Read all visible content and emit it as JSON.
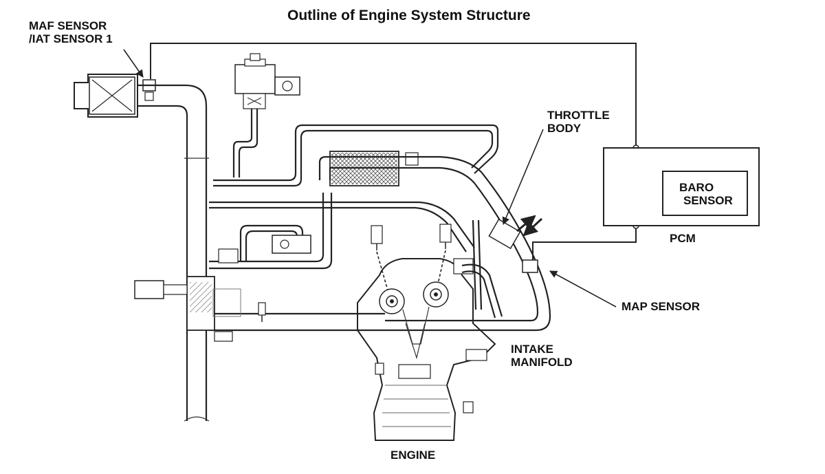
{
  "title": "Outline of Engine System Structure",
  "labels": {
    "maf_sensor_line1": "MAF SENSOR",
    "maf_sensor_line2": "/IAT SENSOR 1",
    "throttle_body_line1": "THROTTLE",
    "throttle_body_line2": "BODY",
    "baro_sensor_line1": "BARO",
    "baro_sensor_line2": "SENSOR",
    "pcm": "PCM",
    "map_sensor": "MAP SENSOR",
    "intake_manifold_line1": "INTAKE",
    "intake_manifold_line2": "MANIFOLD",
    "engine": "ENGINE"
  },
  "colors": {
    "line": "#222222",
    "background": "#ffffff",
    "hatch": "#444444"
  }
}
